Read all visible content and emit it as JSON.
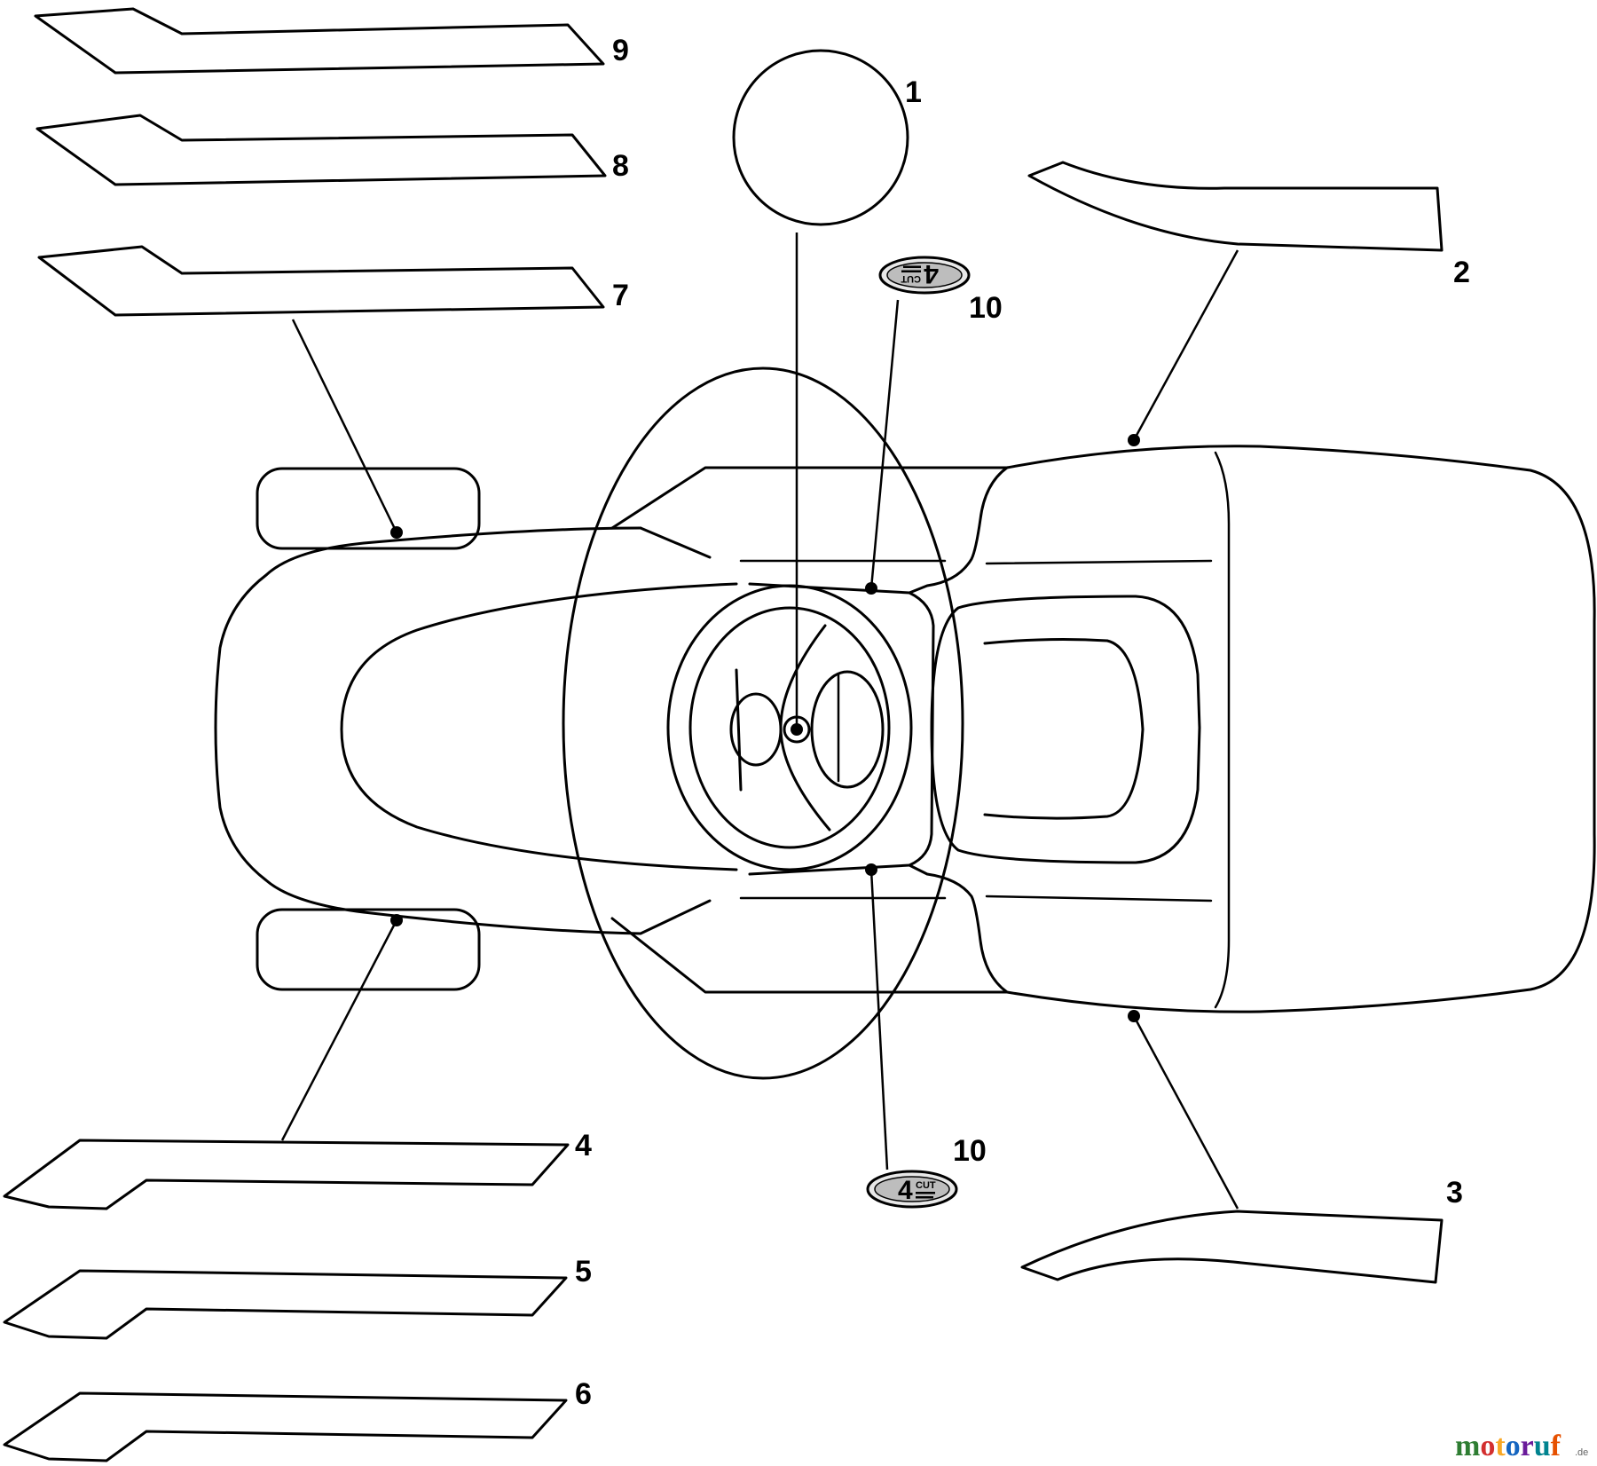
{
  "callouts": {
    "c1": "1",
    "c2": "2",
    "c3": "3",
    "c4": "4",
    "c5": "5",
    "c6": "6",
    "c7": "7",
    "c8": "8",
    "c9": "9",
    "c10a": "10",
    "c10b": "10"
  },
  "badge": {
    "number": "4",
    "word": "CUT"
  },
  "watermark": {
    "letters": [
      "m",
      "o",
      "t",
      "o",
      "r",
      "u",
      "f"
    ],
    "letter_colors": [
      "#2e7d32",
      "#d32f2f",
      "#f9a825",
      "#1565c0",
      "#6a1b9a",
      "#00838f",
      "#e65100"
    ],
    "suffix": ".de"
  }
}
